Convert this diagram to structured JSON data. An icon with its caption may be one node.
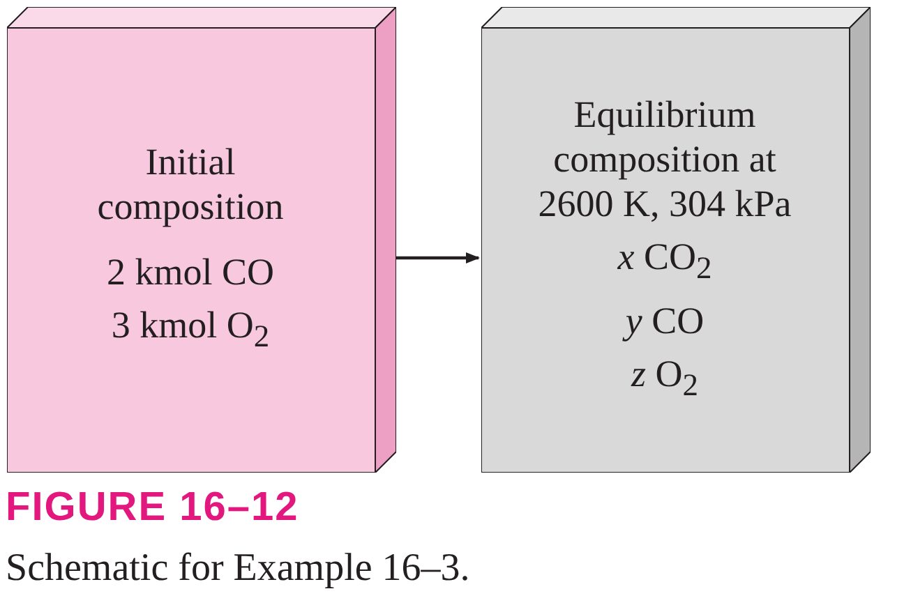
{
  "diagram": {
    "title": "FIGURE 16–12",
    "caption": "Schematic for Example 16–3.",
    "nodes": [
      {
        "text": [
          "Initial composition",
          "2 kmol CO",
          "3 kmol O$_{2}$"
        ]
      },
      {
        "text": [
          "Equilibrium composition at 2600 K, 304 kPa",
          "*x* CO$_{2}$",
          "*y* CO",
          "*z* O$_{2}$"
        ]
      }
    ],
    "edges": [
      {
        "from": 0,
        "to": 1,
        "arrow": "to"
      }
    ]
  }
}
